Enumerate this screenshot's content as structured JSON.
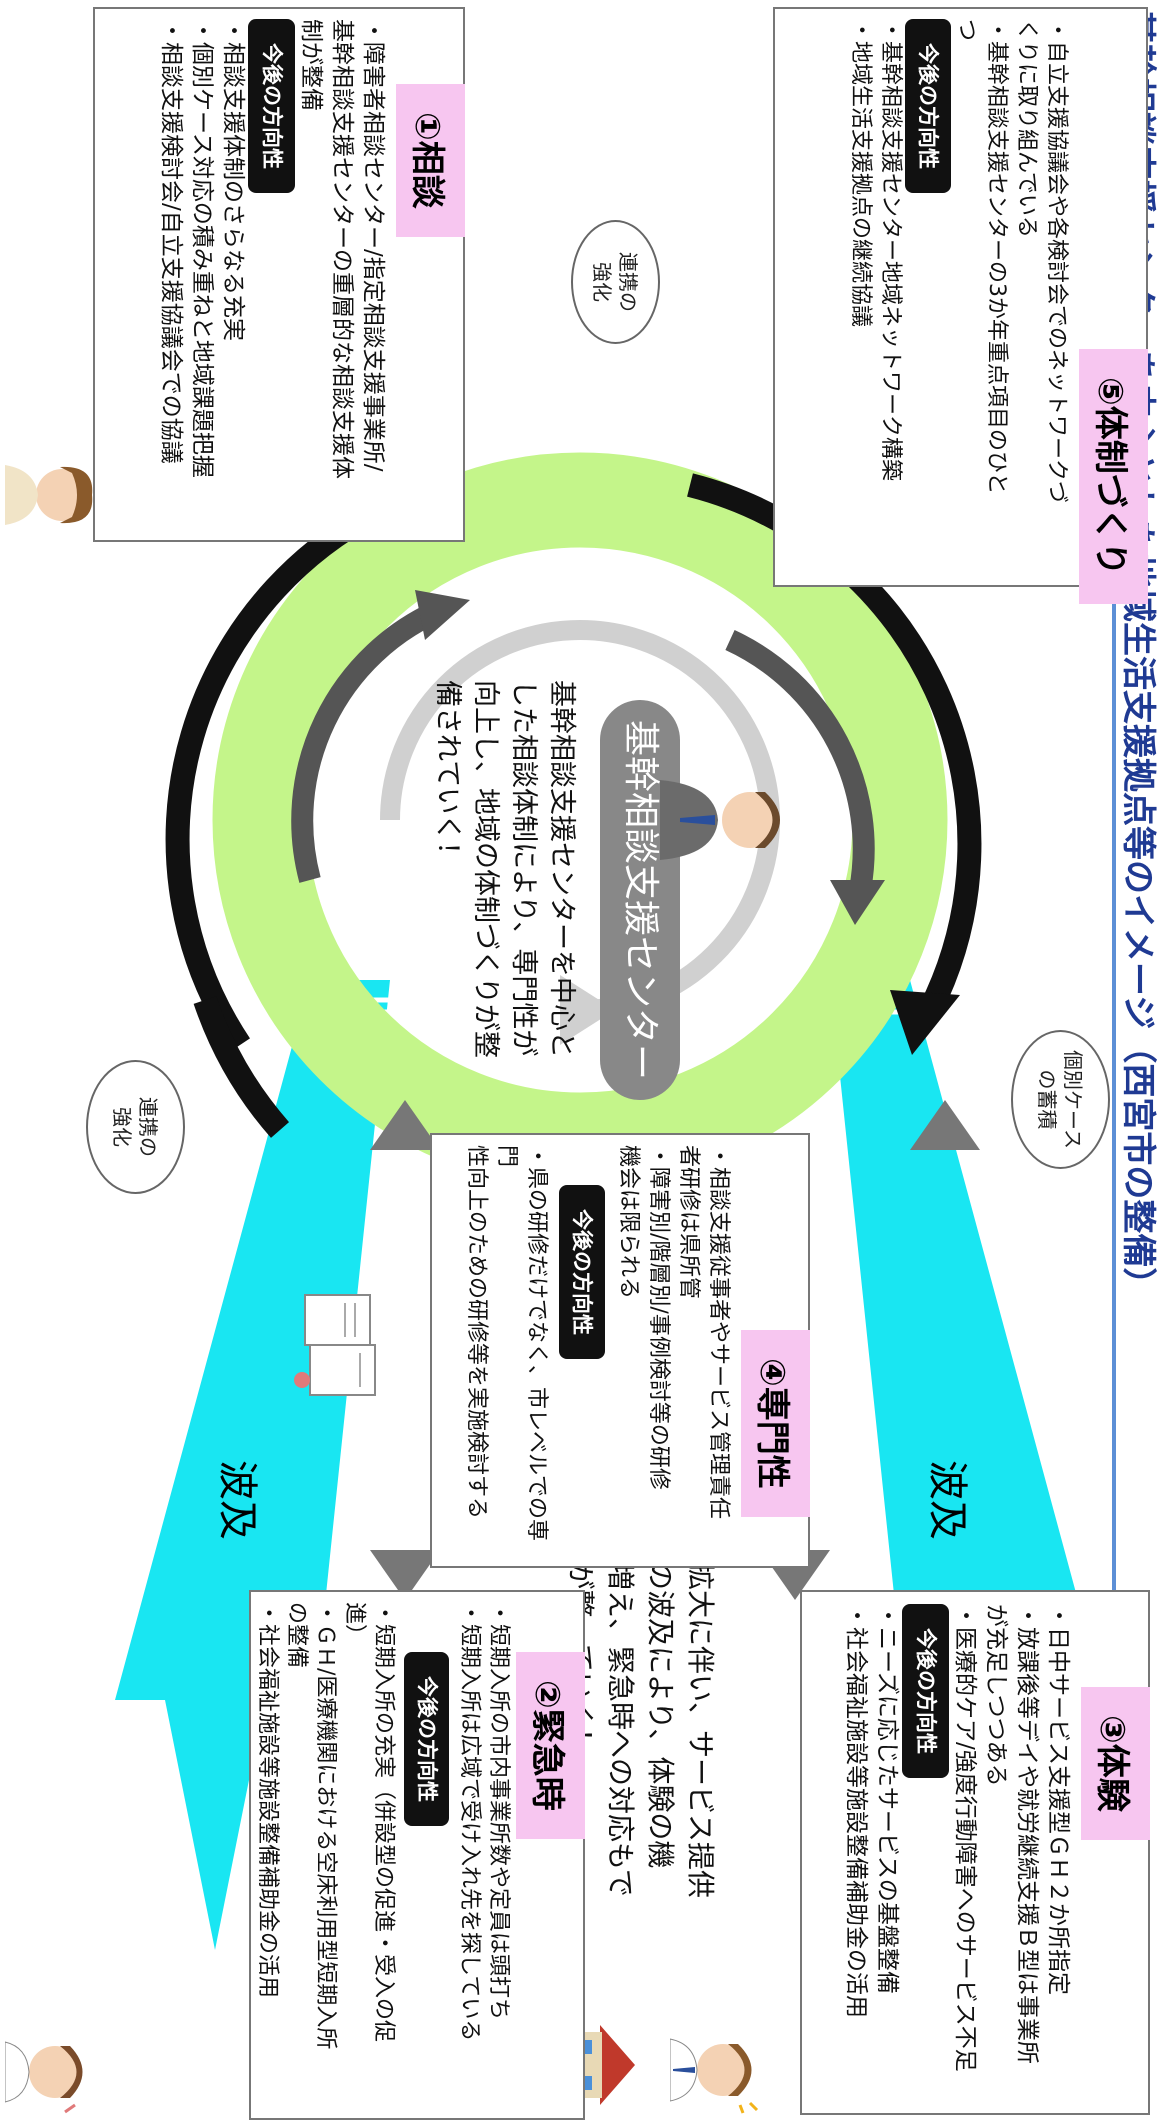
{
  "header": {
    "title": "基幹相談支援センターを中心とした地域生活支援拠点等のイメージ（西宮市の整備）"
  },
  "center": {
    "label": "基幹相談支援センター",
    "text_lines": [
      "基幹相談支援センターを中心と",
      "した相談体制により、専門性が",
      "向上し、地域の体制づくりが整",
      "備されていく！"
    ]
  },
  "spread_text_lines": [
    "専門性の拡大に伴い、サービス提供",
    "事業者への波及により、体験の機",
    "会・場が増え、緊急時への対応もで",
    "きる体制が整っていく！"
  ],
  "arrows": {
    "left_label": "波及",
    "right_label": "波及"
  },
  "bubbles": {
    "case": [
      "個別ケース",
      "の蓄積"
    ],
    "link_top": [
      "連携の",
      "強化"
    ],
    "link_bottom": [
      "連携の",
      "強化"
    ]
  },
  "future_label": "今後の方向性",
  "cards": {
    "soudan": {
      "title": "①相談",
      "current": [
        "・障害者相談センター/指定相談支援事業所/",
        "基幹相談支援センターの重層的な相談支援体",
        "制が整備"
      ],
      "future": [
        "・相談支援体制のさらなる充実",
        "・個別ケース対応の積み重ねと地域課題把握",
        "・相談支援検討会/自立支援協議会での協議"
      ]
    },
    "kinkyu": {
      "title": "②緊急時",
      "current": [
        "・短期入所の市内事業所数や定員は頭打ち",
        "・短期入所は広域で受け入れ先を探している"
      ],
      "future": [
        "・短期入所の充実（併設型の促進・受入の促",
        "進）",
        "・ＧＨ/医療機関における空床利用型短期入所",
        "の整備",
        "・社会福祉施設等施設整備補助金の活用"
      ]
    },
    "taiken": {
      "title": "③体験",
      "current": [
        "・日中サービス支援型ＧＨ２か所指定",
        "・放課後等デイや就労継続支援Ｂ型は事業所",
        "が充足しつつある",
        "・医療的ケア/強度行動障害へのサービス不足"
      ],
      "future": [
        "・ニーズに応じたサービスの基盤整備",
        "・社会福祉施設等施設整備補助金の活用"
      ]
    },
    "senmon": {
      "title": "④専門性",
      "current": [
        "・相談支援従事者やサービス管理責任",
        "者研修は県所管",
        "・障害別/階層別/事例検討等の研修",
        "機会は限られる"
      ],
      "future": [
        "・県の研修だけでなく、市レベルでの専門",
        "性向上のための研修等を実施検討する"
      ]
    },
    "taisei": {
      "title": "⑤体制づくり",
      "current": [
        "・自立支援協議会や各検討会でのネットワークづ",
        "くりに取り組んでいる",
        "・基幹相談支援センターの3か年重点項目のひと",
        "つ"
      ],
      "future": [
        "・基幹相談支援センター地域ネットワーク構築",
        "・地域生活支援拠点の継続協議"
      ]
    }
  },
  "colors": {
    "tag": "#f7c6f0",
    "cyan": "#19e6f2",
    "lime": "#c4f58a",
    "navy": "#1f3a93",
    "line": "#5c8fd6"
  }
}
